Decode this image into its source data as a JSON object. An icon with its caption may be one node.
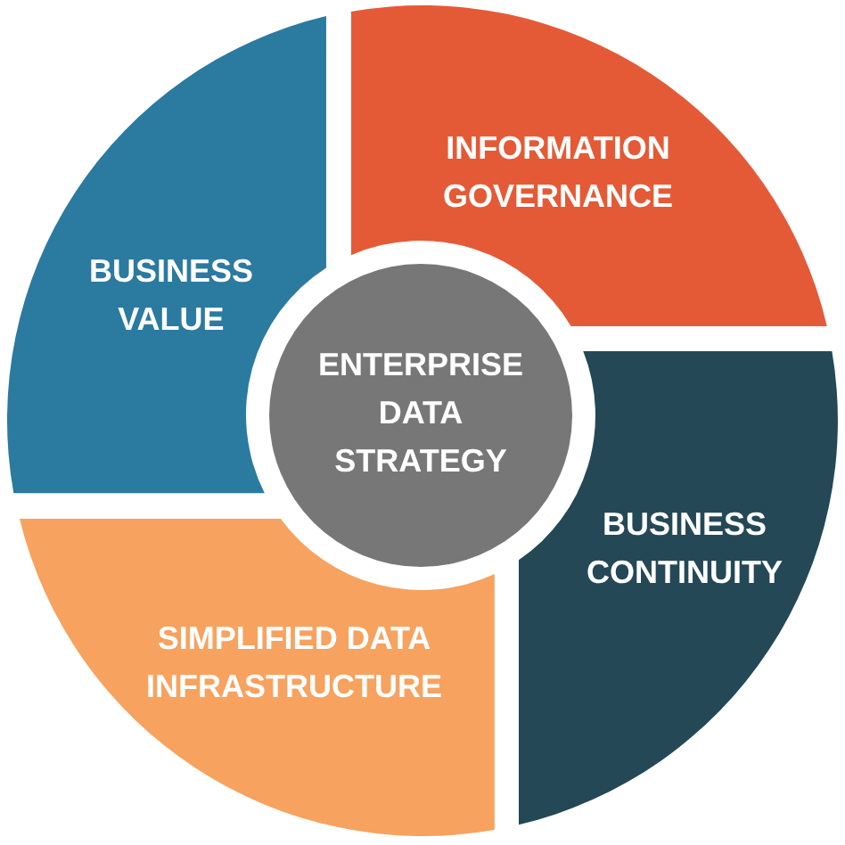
{
  "diagram": {
    "nodes": [
      {
        "text": [
          "INFORMATION GOVERNANCE"
        ]
      },
      {
        "text": [
          "BUSINESS VALUE"
        ]
      },
      {
        "text": [
          "ENTERPRISE DATA STRATEGY"
        ]
      },
      {
        "text": [
          "BUSINESS CONTINUITY"
        ]
      },
      {
        "text": [
          "SIMPLIFIED DATA INFRASTRUCTURE"
        ]
      }
    ]
  }
}
